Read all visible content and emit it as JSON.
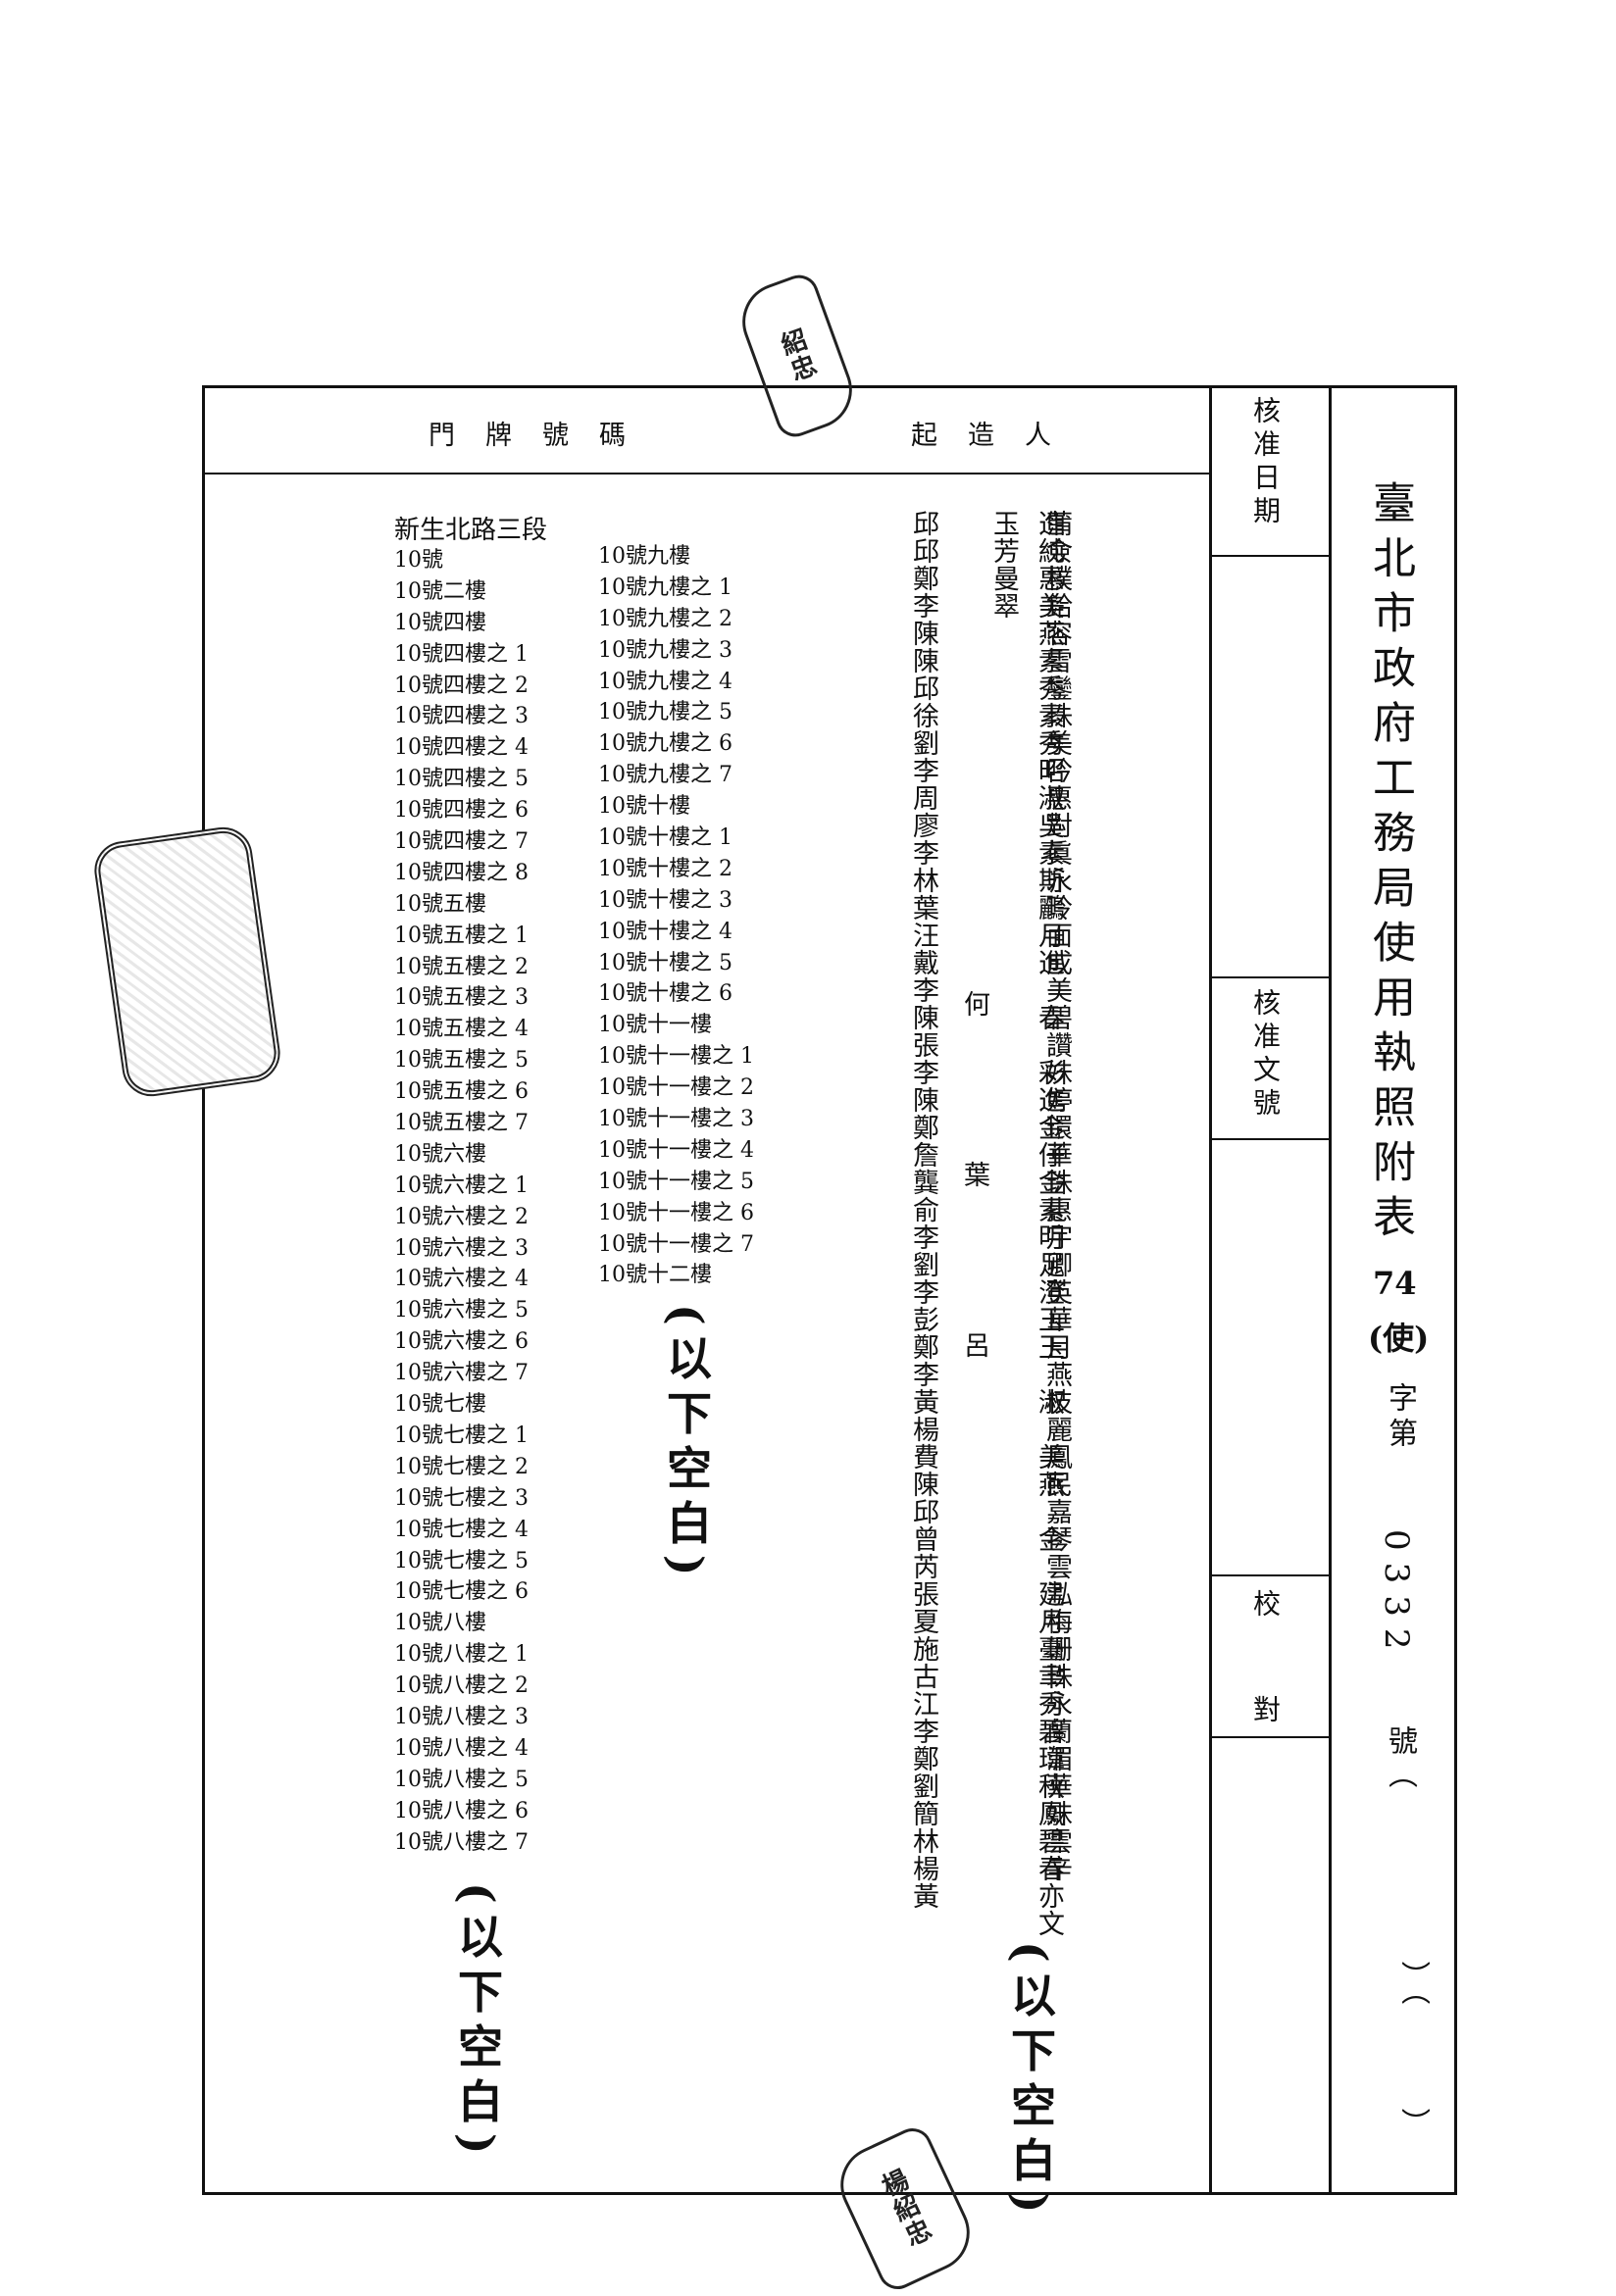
{
  "header": {
    "address_col": "門　牌　號　碼",
    "builder_col": "起　造　人",
    "approve_date": "核准日期",
    "approve_no": "核准文號",
    "proofread": "校　對"
  },
  "title": "臺北市政府工務局使用執照附表",
  "permit": {
    "year": "74",
    "kind": "(使)",
    "zi": "字第",
    "serial": "0332",
    "hao": "號（",
    "paren1": "）（",
    "paren2": "）"
  },
  "addresses": {
    "road": "新生北路三段",
    "col1": [
      "10號",
      "10號二樓",
      "10號四樓",
      "10號四樓之 1",
      "10號四樓之 2",
      "10號四樓之 3",
      "10號四樓之 4",
      "10號四樓之 5",
      "10號四樓之 6",
      "10號四樓之 7",
      "10號四樓之 8",
      "10號五樓",
      "10號五樓之 1",
      "10號五樓之 2",
      "10號五樓之 3",
      "10號五樓之 4",
      "10號五樓之 5",
      "10號五樓之 6",
      "10號五樓之 7",
      "10號六樓",
      "10號六樓之 1",
      "10號六樓之 2",
      "10號六樓之 3",
      "10號六樓之 4",
      "10號六樓之 5",
      "10號六樓之 6",
      "10號六樓之 7",
      "10號七樓",
      "10號七樓之 1",
      "10號七樓之 2",
      "10號七樓之 3",
      "10號七樓之 4",
      "10號七樓之 5",
      "10號七樓之 6",
      "10號八樓",
      "10號八樓之 1",
      "10號八樓之 2",
      "10號八樓之 3",
      "10號八樓之 4",
      "10號八樓之 5",
      "10號八樓之 6",
      "10號八樓之 7"
    ],
    "col2": [
      "10號九樓",
      "10號九樓之 1",
      "10號九樓之 2",
      "10號九樓之 3",
      "10號九樓之 4",
      "10號九樓之 5",
      "10號九樓之 6",
      "10號九樓之 7",
      "10號十樓",
      "10號十樓之 1",
      "10號十樓之 2",
      "10號十樓之 3",
      "10號十樓之 4",
      "10號十樓之 5",
      "10號十樓之 6",
      "10號十一樓",
      "10號十一樓之 1",
      "10號十一樓之 2",
      "10號十一樓之 3",
      "10號十一樓之 4",
      "10號十一樓之 5",
      "10號十一樓之 6",
      "10號十一樓之 7",
      "10號十二樓"
    ]
  },
  "names": {
    "col1": "蒲僉樸鉿容雪鑾珠美吟惠對眞永玲面成美碧讚妹婷環華珠惠宇卿英華月燕枝麗鳳民嘉琴雲泓梅珊珠永蘭湄華妹雲辛",
    "col2": "進純惠美燕素秀素秀昭淑吳素斯鸝月進　春　彩進金仔金素明足澄玉玉　淑　美燕　金　建月臺聿秀碧瑋秋鳳碧春亦文玉芳曼翠",
    "col3": "邱邱鄭李陳陳邱徐劉李周廖李林葉汪戴李陳張李陳鄭詹龔俞李劉李彭鄭李黃楊費陳邱曾芮張夏施古江李鄭劉簡林楊黃",
    "col4": "何　葉　呂"
  },
  "blank_note": "(以下空白)",
  "seals": {
    "top": "紹忠",
    "bottom": "楊紹忠"
  }
}
